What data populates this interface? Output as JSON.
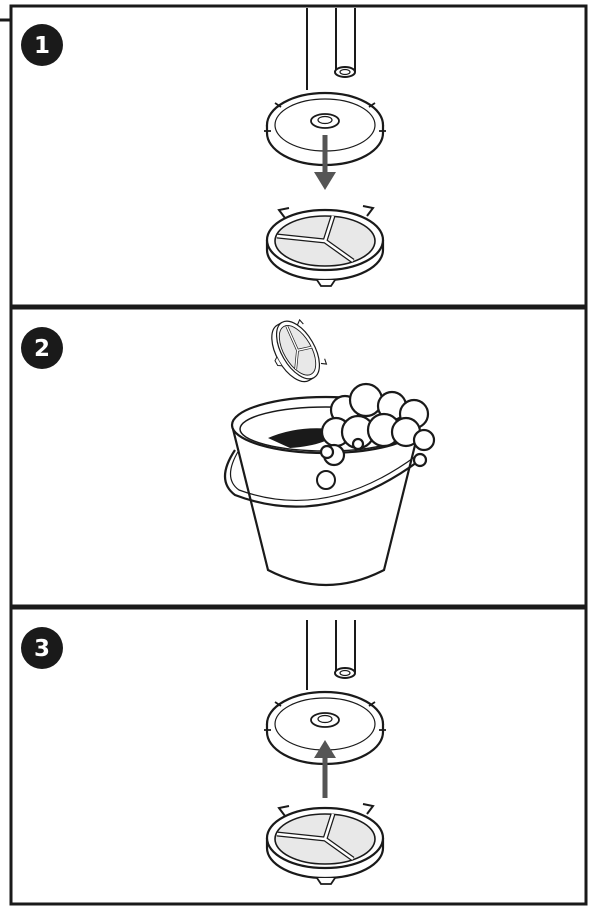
{
  "steps": [
    {
      "number": "1",
      "label": "step-remove-filter"
    },
    {
      "number": "2",
      "label": "step-wash-filter"
    },
    {
      "number": "3",
      "label": "step-refit-filter"
    }
  ],
  "colors": {
    "line": "#1a1a1a",
    "panel_border": "#1a1a1a",
    "arrow": "#555555",
    "filter_mesh": "#e8e8e8",
    "bucket_water": "#1a1a1a",
    "badge": "#1a1a1a"
  },
  "icons": [
    "down-arrow-icon",
    "up-arrow-icon",
    "bucket-icon",
    "soap-foam-icon",
    "filter-icon",
    "filter-cap-icon",
    "pipe-icon"
  ]
}
